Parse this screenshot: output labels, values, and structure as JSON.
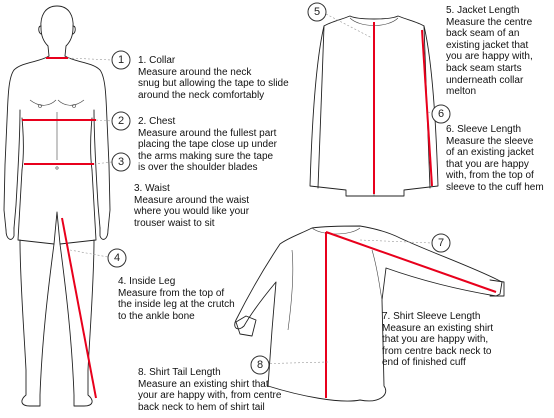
{
  "colors": {
    "measure": "#e8001c",
    "outline": "#222222",
    "leader": "#999999"
  },
  "measurements": [
    {
      "number": "1",
      "title": "1. Collar",
      "desc": "Measure around the neck\nsnug but allowing the tape to slide\naround the neck comfortably"
    },
    {
      "number": "2",
      "title": "2. Chest",
      "desc": "Measure around the fullest part\nplacing the tape close up under\nthe arms making sure the tape\nis over the shoulder blades"
    },
    {
      "number": "3",
      "title": "3. Waist",
      "desc": "Measure around the waist\nwhere you would like your\ntrouser waist to sit"
    },
    {
      "number": "4",
      "title": "4. Inside Leg",
      "desc": "Measure from the top of\nthe inside leg at the crutch\nto the ankle bone"
    },
    {
      "number": "5",
      "title": "5. Jacket Length",
      "desc": "Measure the centre\nback seam of an\nexisting jacket that\nyou are happy with,\nback seam starts\nunderneath collar\nmelton"
    },
    {
      "number": "6",
      "title": "6. Sleeve Length",
      "desc": "Measure the sleeve\nof an existing jacket\nthat you are happy\nwith, from the top of\nsleeve to the cuff hem"
    },
    {
      "number": "7",
      "title": "7. Shirt Sleeve Length",
      "desc": "Measure an existing shirt\nthat you are happy with,\nfrom centre back neck to\nend of finished cuff"
    },
    {
      "number": "8",
      "title": "8. Shirt Tail Length",
      "desc": "Measure an existing shirt that\nyour are happy with, from centre\nback neck to hem of shirt tail"
    }
  ]
}
